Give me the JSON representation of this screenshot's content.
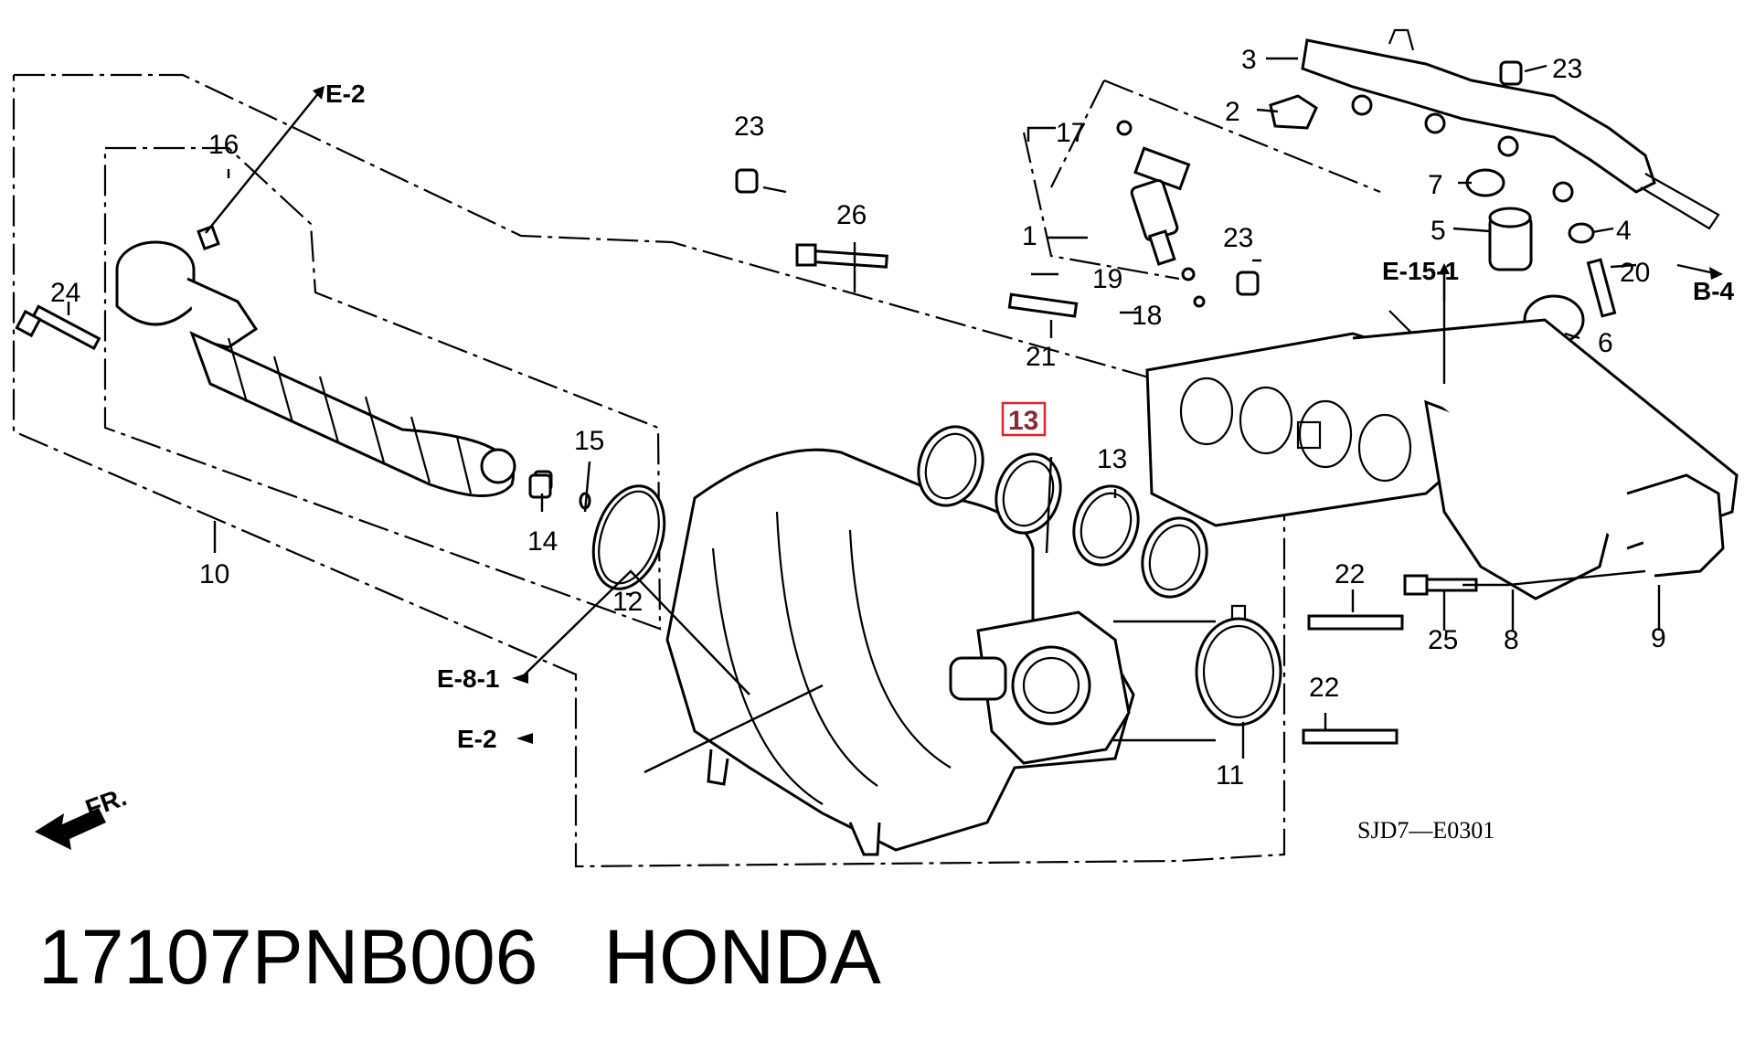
{
  "caption": {
    "part_number": "17107PNB006",
    "brand": "HONDA"
  },
  "diagram_code": "SJD7—E0301",
  "direction_label": "FR.",
  "callouts": [
    "1",
    "2",
    "3",
    "4",
    "5",
    "6",
    "7",
    "8",
    "9",
    "10",
    "11",
    "12",
    "13",
    "13",
    "14",
    "15",
    "16",
    "17",
    "18",
    "19",
    "20",
    "21",
    "22",
    "22",
    "23",
    "23",
    "23",
    "24",
    "25",
    "26"
  ],
  "highlighted_callout": "13",
  "references": [
    "E-2",
    "E-2",
    "E-8-1",
    "E-15-1",
    "B-4"
  ],
  "colors": {
    "highlight": "#e0242f",
    "line": "#000000",
    "background": "#ffffff"
  }
}
